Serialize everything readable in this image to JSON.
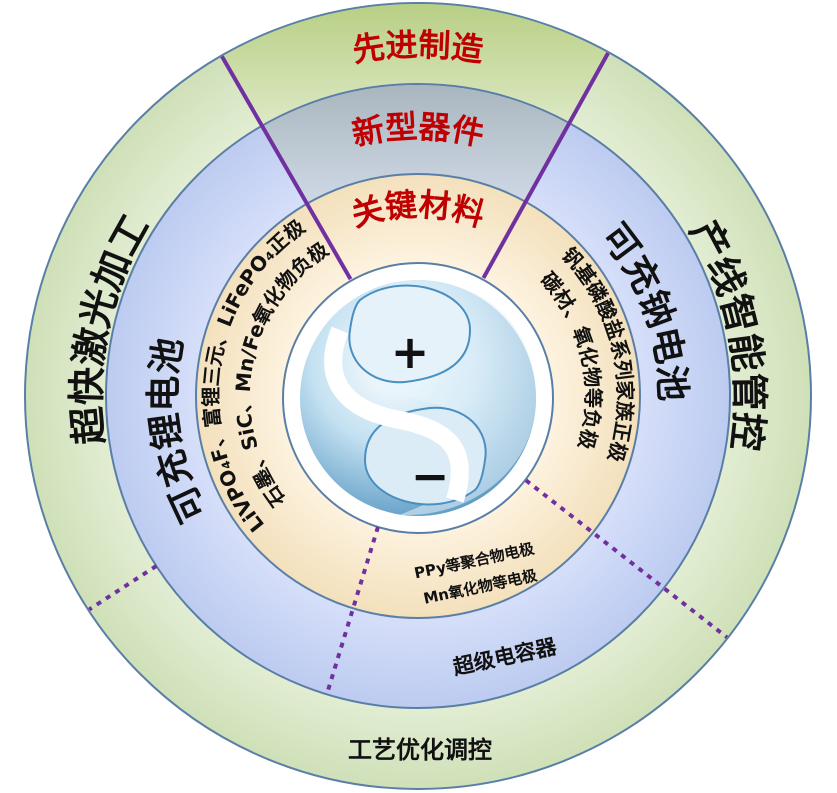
{
  "outer_ring": {
    "top": "先进制造",
    "left": "超快激光加工",
    "right": "产线智能管控",
    "bottom": "工艺优化调控"
  },
  "middle_ring": {
    "top": "新型器件",
    "left": "可充锂电池",
    "right": "可充钠电池",
    "bottom": "超级电容器"
  },
  "inner_ring": {
    "top": "关键材料",
    "left_line1": "LiVPO₄F、富锂三元、LiFePO₄正极",
    "left_line2": "石墨、SiC、Mn/Fe氧化物负极",
    "right_line1": "钒基磷酸盐系列家族正极",
    "right_line2": "碳材、氧化物等负极",
    "bottom_line1": "PPy等聚合物电极",
    "bottom_line2": "Mn氧化物等电极"
  },
  "center": {
    "plus": "+",
    "minus": "−"
  },
  "colors": {
    "outer_green": "#d9e8c4",
    "top_green": "#c5d89a",
    "middle_blue": "#c9d5f5",
    "top_gray": "#b9c5cf",
    "inner_beige": "#f8e9cc",
    "divider_purple": "#7030a0",
    "title_red": "#c00000"
  }
}
